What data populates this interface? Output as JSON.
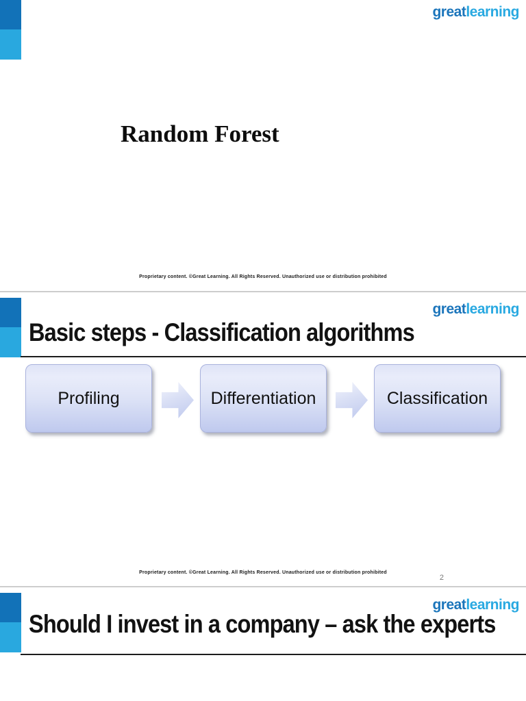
{
  "brand": {
    "logo_text_bold": "great",
    "logo_text_light": "learning",
    "logo_color_dark": "#1B75BB",
    "logo_color_light": "#29A9E1"
  },
  "colors": {
    "marker_dark_blue": "#1272B8",
    "marker_light_blue": "#29A8DF",
    "flow_box_fill_top": "#E9ECFA",
    "flow_box_fill_bottom": "#BFC9EE"
  },
  "footer_text": "Proprietary content. ©Great Learning. All Rights Reserved. Unauthorized use or distribution prohibited",
  "slides": [
    {
      "title": "Random Forest"
    },
    {
      "title": "Basic steps - Classification algorithms",
      "page_number": "2",
      "flow_steps": [
        "Profiling",
        "Differentiation",
        "Classification"
      ]
    },
    {
      "title": "Should I invest in a company – ask the experts"
    }
  ]
}
